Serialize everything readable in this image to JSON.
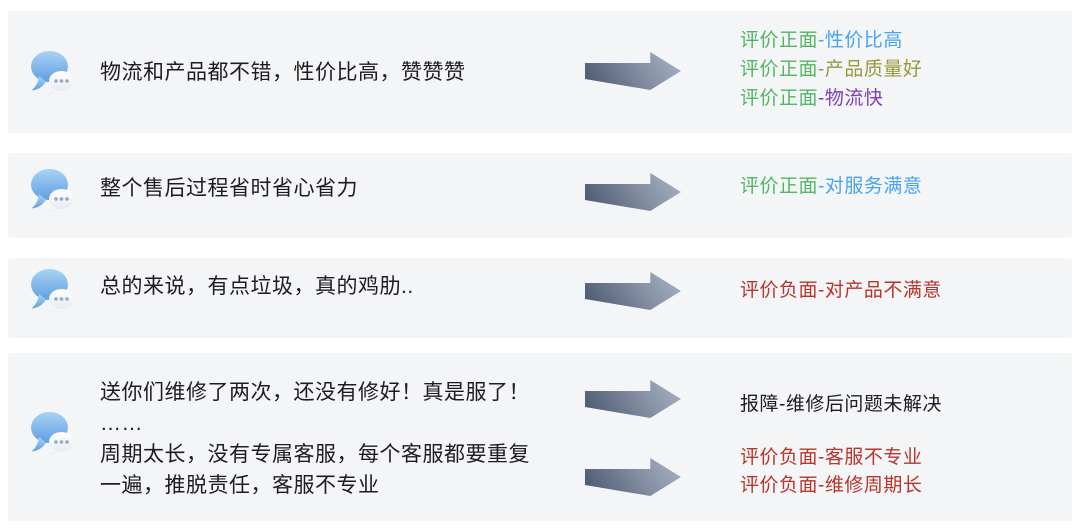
{
  "icons": {
    "chat_bubble": "chat-bubble-with-ellipsis",
    "arrow": "right-block-arrow"
  },
  "colors": {
    "page_background": "#ffffff",
    "row_background": "#f4f5f7",
    "message_text": "#1d1d1f",
    "positive_green": "#53b463",
    "negative_red": "#b8352c",
    "neutral_black": "#1d1d1f",
    "tag_blue": "#48a4f0",
    "tag_olive": "#98993b",
    "tag_purple": "#7c3fbe",
    "arrow_dark": "#4e5a72",
    "arrow_light": "#aab4c4",
    "bubble_blue_top": "#a9d3f4",
    "bubble_blue_bottom": "#5f9fe3"
  },
  "rows": [
    {
      "message": "物流和产品都不错，性价比高，赞赞赞",
      "labels": [
        {
          "prefix": "评价正面",
          "suffix": "-性价比高",
          "prefix_color": "#53b463",
          "suffix_color": "#48a4f0"
        },
        {
          "prefix": "评价正面",
          "suffix": "-产品质量好",
          "prefix_color": "#53b463",
          "suffix_color": "#98993b"
        },
        {
          "prefix": "评价正面",
          "suffix": "-物流快",
          "prefix_color": "#53b463",
          "suffix_color": "#7c3fbe"
        }
      ]
    },
    {
      "message": "整个售后过程省时省心省力",
      "labels": [
        {
          "prefix": "评价正面",
          "suffix": "-对服务满意",
          "prefix_color": "#53b463",
          "suffix_color": "#48a4f0"
        }
      ]
    },
    {
      "message": "总的来说，有点垃圾，真的鸡肋..",
      "labels": [
        {
          "prefix": "评价负面",
          "suffix": "-对产品不满意",
          "prefix_color": "#b8352c",
          "suffix_color": "#b8352c"
        }
      ]
    },
    {
      "message_lines": [
        "送你们维修了两次，还没有修好！真是服了！",
        "……",
        "周期太长，没有专属客服，每个客服都要重复",
        "一遍，推脱责任，客服不专业"
      ],
      "groups": [
        {
          "labels": [
            {
              "prefix": "报障",
              "suffix": "-维修后问题未解决",
              "prefix_color": "#1d1d1f",
              "suffix_color": "#1d1d1f"
            }
          ]
        },
        {
          "labels": [
            {
              "prefix": "评价负面",
              "suffix": "-客服不专业",
              "prefix_color": "#b8352c",
              "suffix_color": "#b8352c"
            },
            {
              "prefix": "评价负面",
              "suffix": "-维修周期长",
              "prefix_color": "#b8352c",
              "suffix_color": "#b8352c"
            }
          ]
        }
      ]
    }
  ]
}
